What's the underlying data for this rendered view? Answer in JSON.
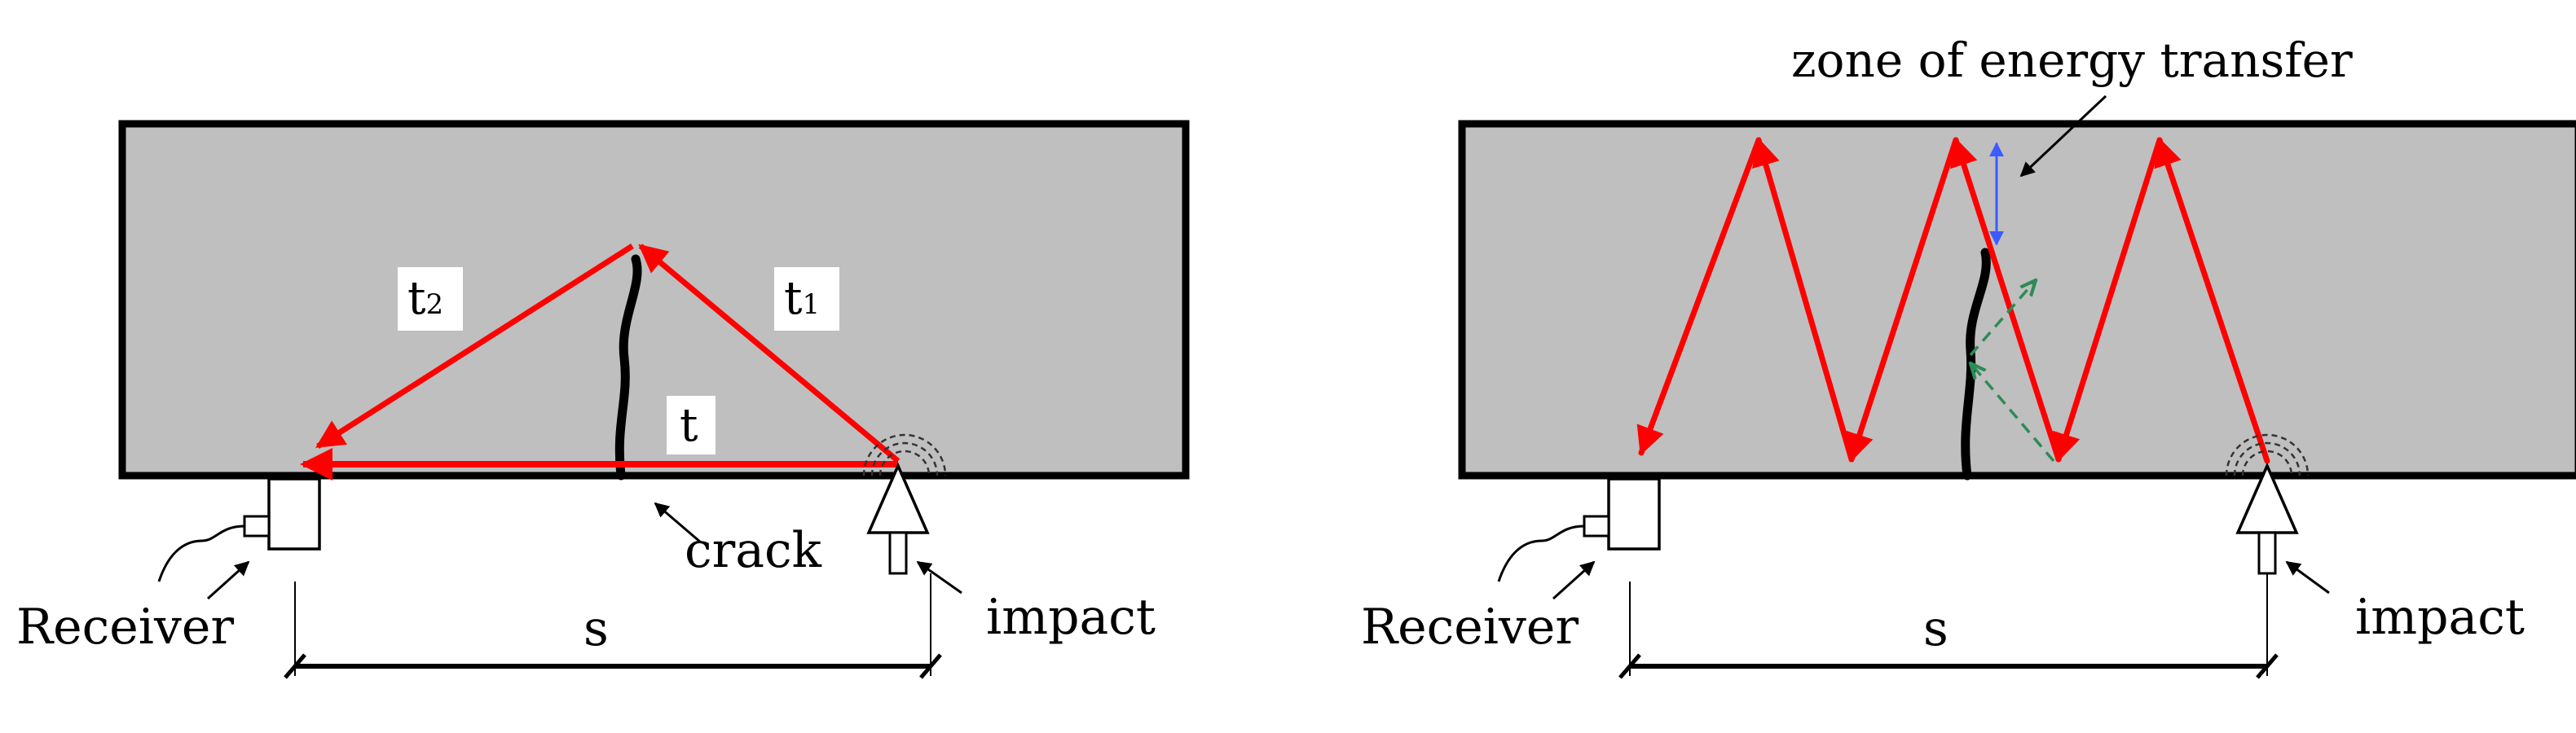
{
  "left_panel": {
    "labels": {
      "t1": "t",
      "t1_sub": "1",
      "t2": "t",
      "t2_sub": "2",
      "t": "t",
      "crack": "crack",
      "receiver": "Receiver",
      "impact": "impact",
      "s": "s"
    }
  },
  "right_panel": {
    "labels": {
      "zone": "zone of energy transfer",
      "receiver": "Receiver",
      "impact": "impact",
      "s": "s"
    }
  },
  "colors": {
    "beam_fill": "#bfbfbf",
    "wave_path": "#ff0000",
    "energy_zone_arrow": "#3b5bff",
    "reflected_wave": "#2e8b57"
  }
}
